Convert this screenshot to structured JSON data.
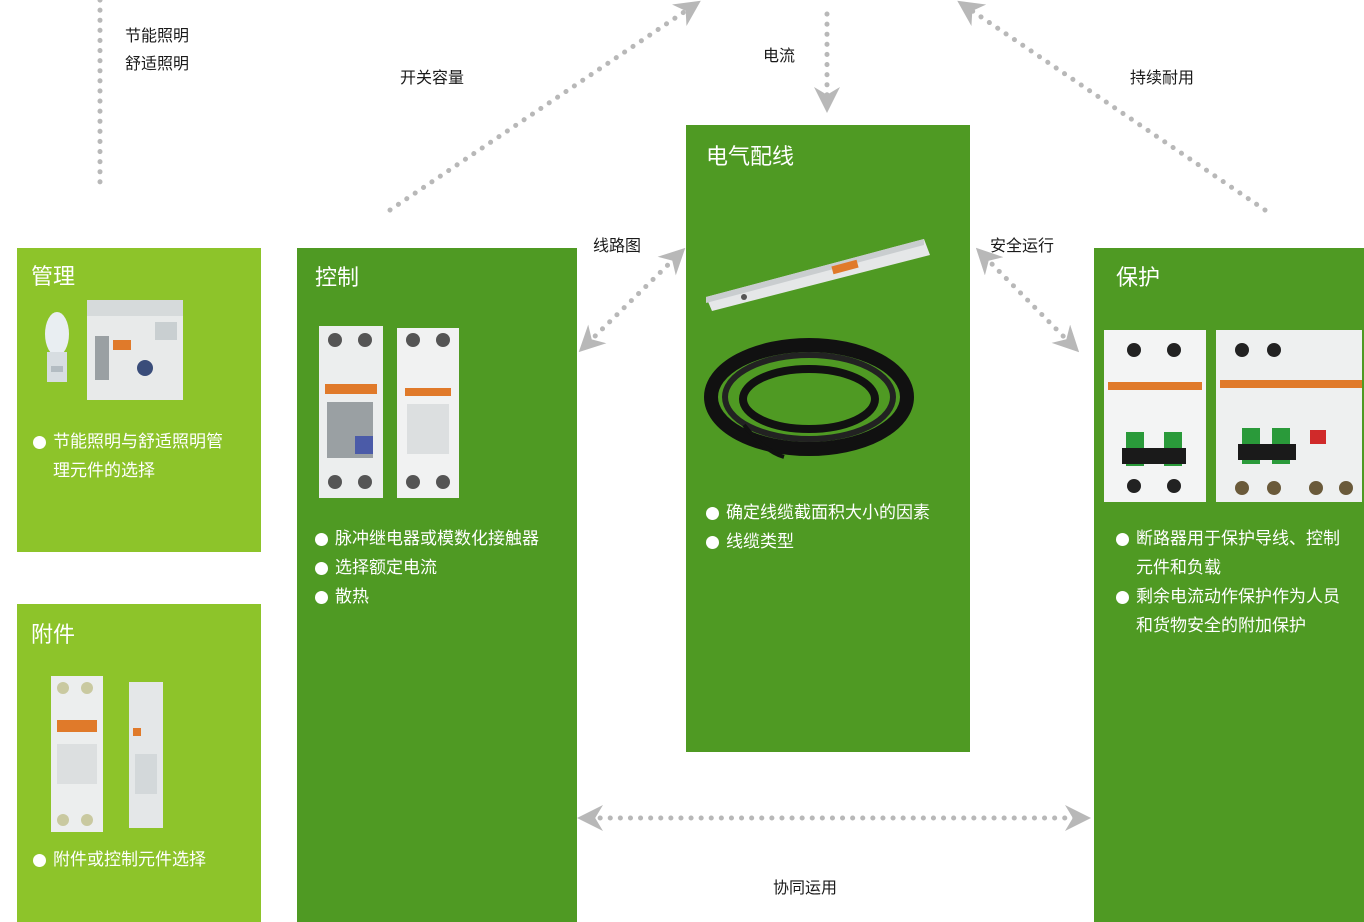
{
  "notes": {
    "lines": [
      "节能照明",
      "舒适照明"
    ]
  },
  "labels": {
    "switch_capacity": "开关容量",
    "current": "电流",
    "durable": "持续耐用",
    "circuit_diagram": "线路图",
    "safe_operation": "安全运行",
    "cooperation": "协同运用"
  },
  "panels": {
    "management": {
      "title": "管理",
      "bullets": [
        "节能照明与舒适照明管理元件的选择"
      ]
    },
    "accessories": {
      "title": "附件",
      "bullets": [
        "附件或控制元件选择"
      ]
    },
    "control": {
      "title": "控制",
      "bullets": [
        "脉冲继电器或模数化接触器",
        "选择额定电流",
        "散热"
      ]
    },
    "wiring": {
      "title": "电气配线",
      "bullets": [
        "确定线缆截面积大小的因素",
        "线缆类型"
      ]
    },
    "protection": {
      "title": "保护",
      "bullets": [
        "断路器用于保护导线、控制元件和负载",
        "剩余电流动作保护作为人员和货物安全的附加保护"
      ]
    }
  },
  "colors": {
    "light_green": "#8dc42a",
    "dark_green": "#4f9a23",
    "arrow_gray": "#b8b8b8"
  },
  "icons": {
    "management": [
      "lamp-icon",
      "light-controller-icon"
    ],
    "accessories": [
      "auxiliary-module-icon",
      "auxiliary-contact-icon"
    ],
    "control": [
      "impulse-relay-icon",
      "contactor-icon"
    ],
    "wiring": [
      "busbar-trunking-icon",
      "cable-coil-icon"
    ],
    "protection": [
      "circuit-breaker-icon",
      "rcd-breaker-icon"
    ]
  }
}
